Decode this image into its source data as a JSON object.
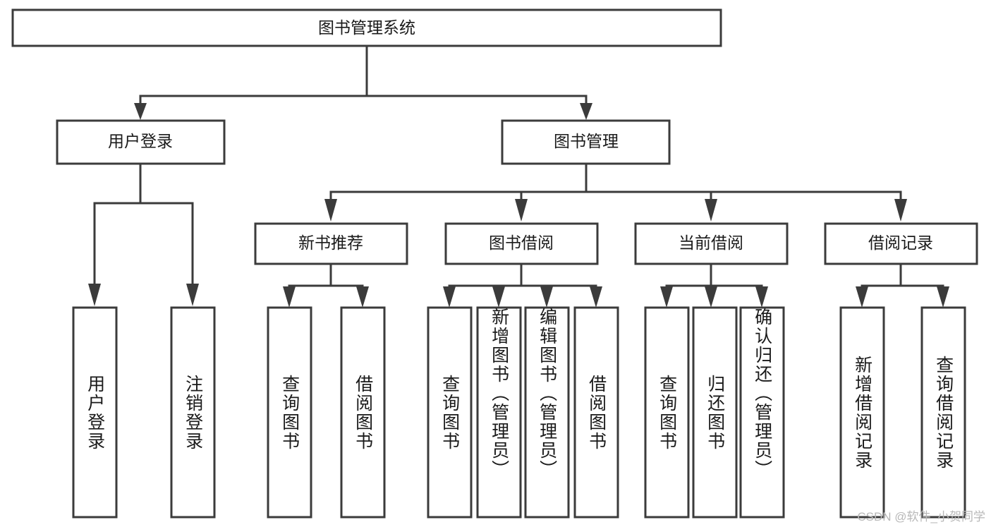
{
  "diagram": {
    "title": "图书管理系统",
    "type": "tree",
    "watermark": "CSDN @软件_小贺同学",
    "colors": {
      "stroke": "#3b3b3b",
      "fill": "#ffffff",
      "text": "#1a1a1a",
      "watermark": "#b8b8b8",
      "background": "#ffffff"
    },
    "root": {
      "label": "图书管理系统"
    },
    "level2": [
      {
        "label": "用户登录"
      },
      {
        "label": "图书管理"
      }
    ],
    "level3": [
      {
        "label": "新书推荐"
      },
      {
        "label": "图书借阅"
      },
      {
        "label": "当前借阅"
      },
      {
        "label": "借阅记录"
      }
    ],
    "leaves": {
      "user_login": [
        {
          "label": "用户登录"
        },
        {
          "label": "注销登录"
        }
      ],
      "new_book_recommend": [
        {
          "label": "查询图书"
        },
        {
          "label": "借阅图书"
        }
      ],
      "book_borrow": [
        {
          "label": "查询图书"
        },
        {
          "label": "新增图书（管理员）"
        },
        {
          "label": "编辑图书（管理员）"
        },
        {
          "label": "借阅图书"
        }
      ],
      "current_borrow": [
        {
          "label": "查询图书"
        },
        {
          "label": "归还图书"
        },
        {
          "label": "确认归还（管理员）"
        }
      ],
      "borrow_record": [
        {
          "label": "新增借阅记录"
        },
        {
          "label": "查询借阅记录"
        }
      ]
    }
  }
}
